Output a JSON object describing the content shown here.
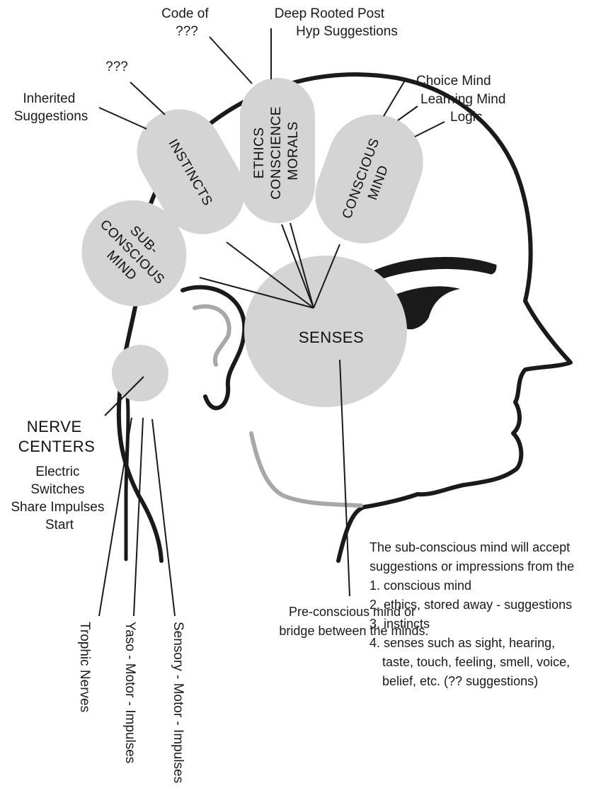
{
  "labels": {
    "code_of": [
      "Code of",
      "???"
    ],
    "deep_rooted": [
      "Deep Rooted Post",
      "Hyp Suggestions"
    ],
    "unknown": "???",
    "inherited": [
      "Inherited",
      "Suggestions"
    ],
    "choice_mind": "Choice Mind",
    "learning_mind": "Learning Mind",
    "logic": "Logic",
    "nerve_centers": [
      "NERVE",
      "CENTERS"
    ],
    "nerve_sub": [
      "Electric",
      "Switches",
      "Share Impulses",
      "Start"
    ]
  },
  "blobs": {
    "instincts": "INSTINCTS",
    "ethics": [
      "ETHICS",
      "CONSCIENCE",
      "MORALS"
    ],
    "conscious": [
      "CONSCIOUS",
      "MIND"
    ],
    "subconscious": [
      "SUB-",
      "CONSCIOUS",
      "MIND"
    ],
    "senses": "SENSES"
  },
  "nerves": {
    "trophic": "Trophic Nerves",
    "yaso": "Yaso - Motor - Impulses",
    "sensory": "Sensory - Motor - Impulses"
  },
  "note": {
    "lines": [
      "The sub-conscious mind will accept",
      "suggestions or impressions from the",
      "1. conscious mind",
      "2. ethics, stored away - suggestions",
      "3. instincts",
      "4. senses such as sight, hearing,",
      "taste, touch, feeling, smell, voice,",
      "belief, etc. (?? suggestions)"
    ]
  },
  "bridge": [
    "Pre-conscious mind or",
    "bridge between the minds."
  ],
  "colors": {
    "blob_fill": "#d4d4d4",
    "stroke": "#1a1a1a",
    "accent_gray": "#a8a8a8"
  }
}
